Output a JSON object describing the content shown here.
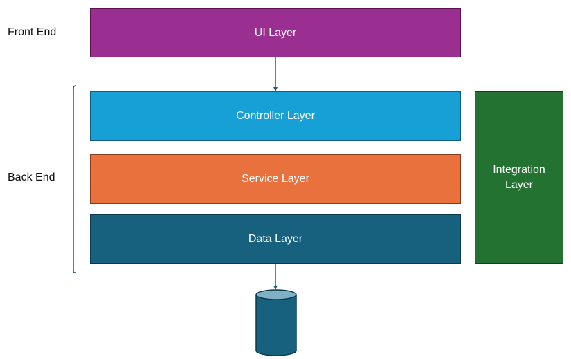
{
  "labels": {
    "front_end": "Front End",
    "back_end": "Back End"
  },
  "layers": {
    "ui": "UI Layer",
    "controller": "Controller Layer",
    "service": "Service Layer",
    "data": "Data Layer",
    "integration": "Integration Layer"
  },
  "colors": {
    "ui_fill": "#9b2f91",
    "ui_border": "#5a1350",
    "controller_fill": "#17a0d6",
    "controller_border": "#0d5e80",
    "service_fill": "#e8713d",
    "service_border": "#8a3b18",
    "data_fill": "#17617f",
    "data_border": "#0b3a4c",
    "integration_fill": "#247232",
    "integration_border": "#134019",
    "database_fill": "#17617f",
    "database_top": "#7fb0c4",
    "database_border": "#0b3a4c",
    "connector": "#17617f",
    "bracket": "#17617f"
  },
  "icons": {
    "database": "database-cylinder-icon"
  }
}
